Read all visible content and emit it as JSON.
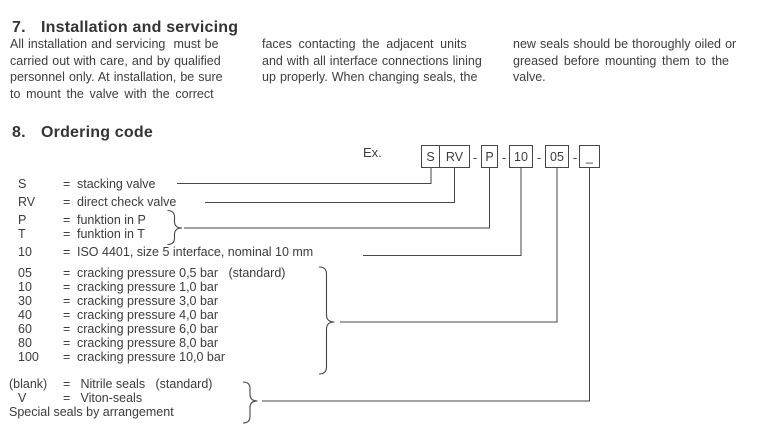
{
  "ink_color": "#3c3c3c",
  "line_color": "#474747",
  "s7": {
    "num": "7.",
    "title": "Installation and servicing",
    "col1": [
      "All installation and servicing  must be",
      "carried out with care, and by qualified",
      "personnel only. At installation, be sure",
      "to mount the valve with the correct"
    ],
    "col2": [
      "faces contacting the adjacent units",
      "and with all interface connections lining",
      "up properly. When changing seals, the"
    ],
    "col3": [
      "new seals should be thoroughly oiled or",
      "greased before mounting them to the",
      "valve."
    ]
  },
  "s8": {
    "num": "8.",
    "title": "Ordering code",
    "example": {
      "label": "Ex.",
      "stacking": "S",
      "check": "RV",
      "function": "P",
      "size": "10",
      "pressure": "05",
      "seal": "_",
      "dash": "-"
    },
    "rows": [
      {
        "code": "S",
        "eq": "=",
        "desc": "stacking valve"
      },
      {
        "code": "RV",
        "eq": "=",
        "desc": "direct check valve"
      },
      {
        "code": "P",
        "eq": "=",
        "desc": "funktion in P"
      },
      {
        "code": "T",
        "eq": "=",
        "desc": "funktion in T"
      },
      {
        "code": "10",
        "eq": "=",
        "desc": "ISO 4401, size 5 interface, nominal 10 mm"
      },
      {
        "code": "05",
        "eq": "=",
        "desc": "cracking pressure 0,5 bar   (standard)"
      },
      {
        "code": "10",
        "eq": "=",
        "desc": "cracking pressure 1,0 bar"
      },
      {
        "code": "30",
        "eq": "=",
        "desc": "cracking pressure 3,0 bar"
      },
      {
        "code": "40",
        "eq": "=",
        "desc": "cracking pressure 4,0 bar"
      },
      {
        "code": "60",
        "eq": "=",
        "desc": "cracking pressure 6,0 bar"
      },
      {
        "code": "80",
        "eq": "=",
        "desc": "cracking pressure 8,0 bar"
      },
      {
        "code": "100",
        "eq": "=",
        "desc": "cracking pressure 10,0 bar"
      },
      {
        "code": "(blank)",
        "eq": "=",
        "desc": " Nitrile seals   (standard)"
      },
      {
        "code": "V",
        "eq": "=",
        "desc": " Viton-seals"
      },
      {
        "code": "",
        "eq": "",
        "desc": "Special seals by arrangement"
      }
    ]
  }
}
